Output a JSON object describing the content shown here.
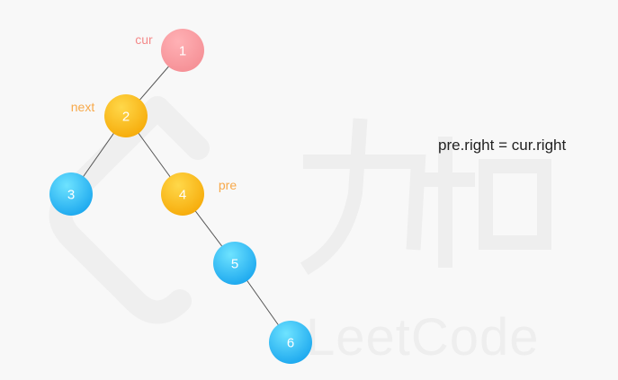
{
  "watermark": {
    "text": "LeetCode",
    "glyph": "力扣",
    "icon": "leetcode-logo-icon"
  },
  "formula": "pre.right = cur.right",
  "colors": {
    "pink": "#f58f95",
    "yellow": "#f9b40d",
    "blue": "#1fb5f0",
    "pink_label": "#f48a8a",
    "yellow_label": "#f7a94a"
  },
  "nodes": [
    {
      "id": "1",
      "label": "1",
      "color": "pink"
    },
    {
      "id": "2",
      "label": "2",
      "color": "yellow"
    },
    {
      "id": "3",
      "label": "3",
      "color": "blue"
    },
    {
      "id": "4",
      "label": "4",
      "color": "yellow"
    },
    {
      "id": "5",
      "label": "5",
      "color": "blue"
    },
    {
      "id": "6",
      "label": "6",
      "color": "blue"
    }
  ],
  "edges": [
    {
      "from": "1",
      "to": "2"
    },
    {
      "from": "2",
      "to": "3"
    },
    {
      "from": "2",
      "to": "4"
    },
    {
      "from": "4",
      "to": "5"
    },
    {
      "from": "5",
      "to": "6"
    }
  ],
  "pointers": [
    {
      "node": "1",
      "label": "cur",
      "color": "pink_label"
    },
    {
      "node": "2",
      "label": "next",
      "color": "yellow_label"
    },
    {
      "node": "4",
      "label": "pre",
      "color": "yellow_label"
    }
  ]
}
